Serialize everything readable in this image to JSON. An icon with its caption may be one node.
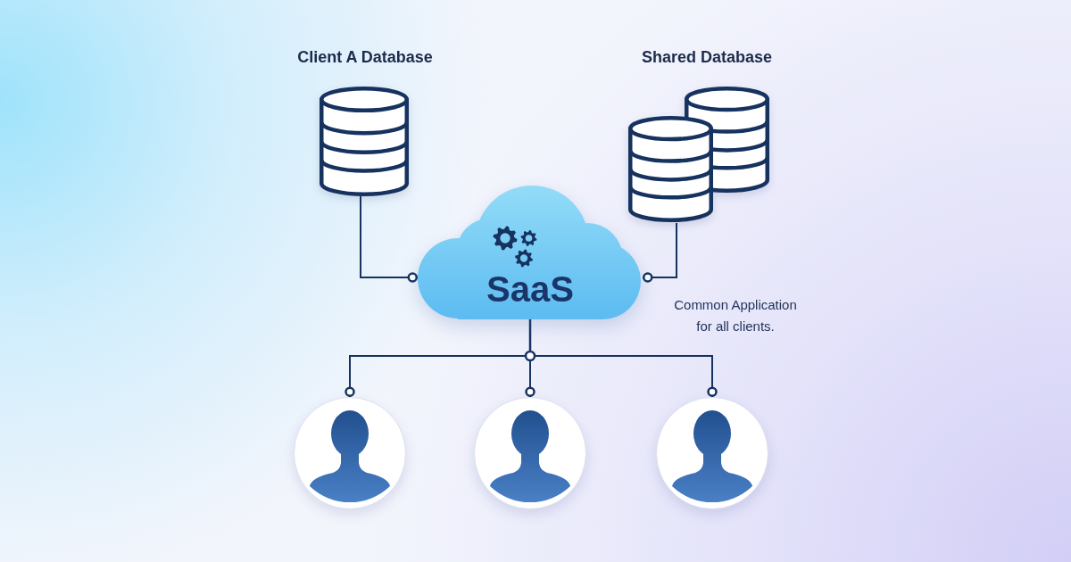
{
  "diagram": {
    "nodes": [
      {
        "text": [
          "Client A Database"
        ]
      },
      {
        "text": [
          "Shared Database"
        ]
      },
      {
        "text": [
          "SaaS"
        ],
        "beside": [
          "Common Application for all clients."
        ]
      },
      {
        "text": [],
        "shape": "person"
      },
      {
        "text": [],
        "shape": "person"
      },
      {
        "text": [],
        "shape": "person"
      }
    ],
    "edges": [
      {
        "from": 0,
        "to": 2,
        "arrow": "other"
      },
      {
        "from": 1,
        "to": 2,
        "arrow": "other"
      },
      {
        "from": 2,
        "to": 3,
        "arrow": "other"
      },
      {
        "from": 2,
        "to": 4,
        "arrow": "other"
      },
      {
        "from": 2,
        "to": 5,
        "arrow": "other"
      }
    ]
  }
}
